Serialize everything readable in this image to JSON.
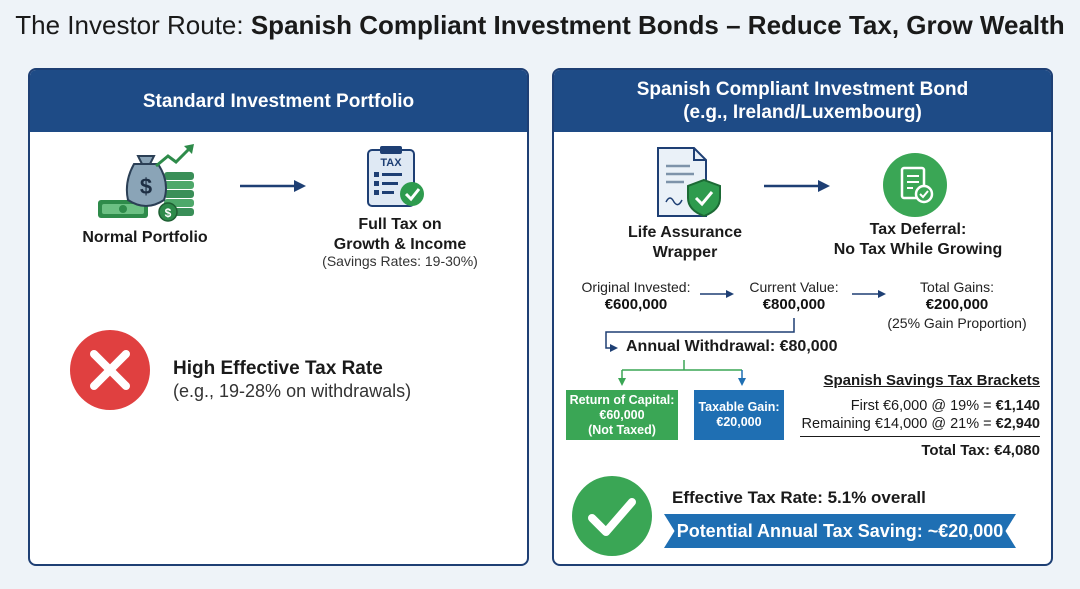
{
  "title": {
    "prefix": "The Investor Route: ",
    "bold": "Spanish Compliant Investment Bonds – Reduce Tax, Grow Wealth"
  },
  "left_panel": {
    "header": "Standard Investment Portfolio",
    "normal_portfolio_label": "Normal Portfolio",
    "full_tax_line1": "Full Tax on",
    "full_tax_line2": "Growth & Income",
    "full_tax_sub": "(Savings Rates: 19-30%)",
    "tax_icon_text": "TAX",
    "high_tax_title": "High Effective Tax Rate",
    "high_tax_sub": "(e.g., 19-28% on withdrawals)"
  },
  "right_panel": {
    "header_line1": "Spanish Compliant Investment Bond",
    "header_line2": "(e.g., Ireland/Luxembourg)",
    "wrapper_line1": "Life Assurance",
    "wrapper_line2": "Wrapper",
    "deferral_line1": "Tax Deferral:",
    "deferral_line2": "No Tax While Growing",
    "original_label": "Original Invested:",
    "original_value": "€600,000",
    "current_label": "Current Value:",
    "current_value": "€800,000",
    "gains_label": "Total Gains:",
    "gains_value": "€200,000",
    "gains_sub": "(25% Gain Proportion)",
    "withdrawal": "Annual Withdrawal: €80,000",
    "return_capital_line1": "Return of Capital:",
    "return_capital_line2": "€60,000",
    "return_capital_line3": "(Not Taxed)",
    "taxable_line1": "Taxable Gain:",
    "taxable_line2": "€20,000",
    "brackets_title": "Spanish Savings Tax Brackets",
    "bracket1_text": "First €6,000 @ 19% = ",
    "bracket1_value": "€1,140",
    "bracket2_text": "Remaining €14,000 @ 21% = ",
    "bracket2_value": "€2,940",
    "total_tax": "Total Tax: €4,080",
    "effective_rate": "Effective Tax Rate: 5.1% overall",
    "saving_banner": "Potential Annual Tax Saving: ~€20,000"
  },
  "colors": {
    "navy": "#1e4b86",
    "green": "#3aa655",
    "red": "#e04040",
    "blue_box": "#1f6fb3"
  },
  "icons": [
    "money-bag-icon",
    "tax-clipboard-icon",
    "red-x-icon",
    "document-shield-icon",
    "tax-deferral-icon",
    "green-check-icon"
  ]
}
